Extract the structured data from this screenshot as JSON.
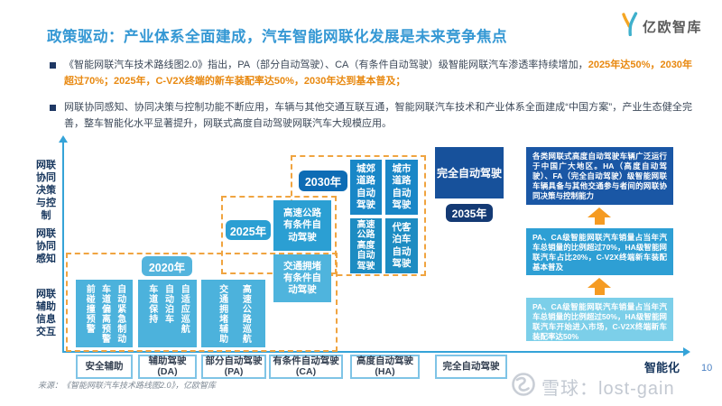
{
  "header": {
    "title": "政策驱动：产业体系全面建成，汽车智能网联化发展是未来竞争焦点",
    "logo_text": "亿欧智库"
  },
  "bullets": [
    {
      "normal": "《智能网联汽车技术路线图2.0》指出，PA（部分自动驾驶）、CA（有条件自动驾驶）级智能网联汽车渗透率持续增加，",
      "highlight": "2025年达50%，2030年超过70%；2025年，C-V2X终端的新车装配率达50%，2030年达到基本普及；"
    },
    {
      "normal": "网联协同感知、协同决策与控制功能不断应用，车辆与其他交通互联互通，智能网联汽车技术和产业体系全面建成“中国方案”，产业生态健全完善，整车智能化水平显著提升，网联式高度自动驾驶网联汽车大规模应用。",
      "highlight": ""
    }
  ],
  "diagram": {
    "y_axis_labels": [
      "网联\n协同\n决策\n与控\n制",
      "网联\n协同\n感知",
      "网联\n辅助\n信息\n交互"
    ],
    "x_axis_label": "智能化",
    "year_labels": [
      "2020年",
      "2025年",
      "2030年",
      "2035年"
    ],
    "group_2020": {
      "sa_items": [
        "前碰撞预警",
        "车道偏离预警",
        "自动紧急制动"
      ],
      "da_items": [
        "车道保持",
        "自动泊车",
        "自适应巡航"
      ],
      "pa_items": [
        "交通拥堵辅助",
        "高速公路巡航"
      ]
    },
    "group_2025": {
      "box1": "高速公路\n有条件自\n动驾驶",
      "box2": "交通拥堵\n有条件自\n动驾驶"
    },
    "group_2030": {
      "box1": "城郊\n道路\n自动\n驾驶",
      "box2": "城市\n道路\n自动\n驾驶",
      "box3": "高速\n公路\n高度\n自动\n驾驶",
      "box4": "代客\n泊车\n自动\n驾驶"
    },
    "group_2035": {
      "box1": "完全自动驾驶"
    },
    "categories": [
      {
        "line1": "安全辅助",
        "line2": ""
      },
      {
        "line1": "辅助驾驶",
        "line2": "(DA)"
      },
      {
        "line1": "部分自动驾驶",
        "line2": "(PA)"
      },
      {
        "line1": "有条件自动驾驶",
        "line2": "(CA)"
      },
      {
        "line1": "高度自动驾驶",
        "line2": "(HA)"
      },
      {
        "line1": "完全自动驾驶",
        "line2": ""
      }
    ]
  },
  "right_panel": {
    "boxes": [
      "各类网联式高度自动驾驶车辆广泛运行于中国广大地区。HA（高度自动驾驶）、FA（完全自动驾驶）级智能网联车辆具备与其他交通参与者间的网联协同决策与控制能力",
      "PA、CA级智能网联汽车销量占当年汽车总销量的比例超过70%，HA级智能网联汽车占比20%，C-V2X终端新车装配基本普及",
      "PA、CA级智能网联汽车销量占当年汽车总销量的比例超过50%，HA级智能网联汽车开始进入市场，C-V2X终端新车装配率达50%"
    ]
  },
  "footer": {
    "source": "来源：《智能网联汽车技术路线图2.0》，亿欧智库",
    "watermark": "雪球：lost-gain",
    "page_number": "10"
  },
  "colors": {
    "title_blue": "#3598D4",
    "highlight_orange": "#E8880F",
    "axis_blue": "#35A3D8",
    "dashed_orange": "#F0A440",
    "light_blue_box": "#4CB2DC",
    "mid_blue_box": "#2B9FD3",
    "deep_blue_box": "#1987C7",
    "navy_box": "#17519B",
    "year_2030_label": "#0E6CB5",
    "year_2035_label": "#143A74",
    "right_top_box": "#1A57A5",
    "right_mid_box": "#2E9FD4",
    "right_bottom_box": "#7CCFE9",
    "arrow_orange": "#F59B22"
  }
}
